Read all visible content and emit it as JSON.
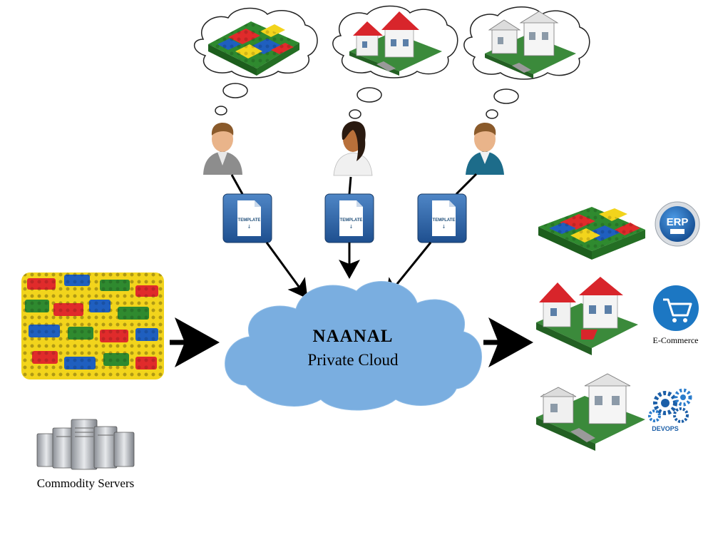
{
  "cloud": {
    "title": "NAANAL",
    "subtitle": "Private Cloud"
  },
  "servers": {
    "label": "Commodity Servers"
  },
  "templates": [
    {
      "label": "TEMPLATE"
    },
    {
      "label": "TEMPLATE"
    },
    {
      "label": "TEMPLATE"
    }
  ],
  "outputs": {
    "erp": {
      "badge": "ERP"
    },
    "ecommerce": {
      "label": "E-Commerce"
    },
    "devops": {
      "badge": "DEVOPS"
    }
  },
  "colors": {
    "cloud": "#7aaee0",
    "template_blue": "#2b5c9a",
    "arrow": "#000000",
    "erp_blue": "#1f63b3",
    "ecom_blue": "#1c77c3"
  }
}
